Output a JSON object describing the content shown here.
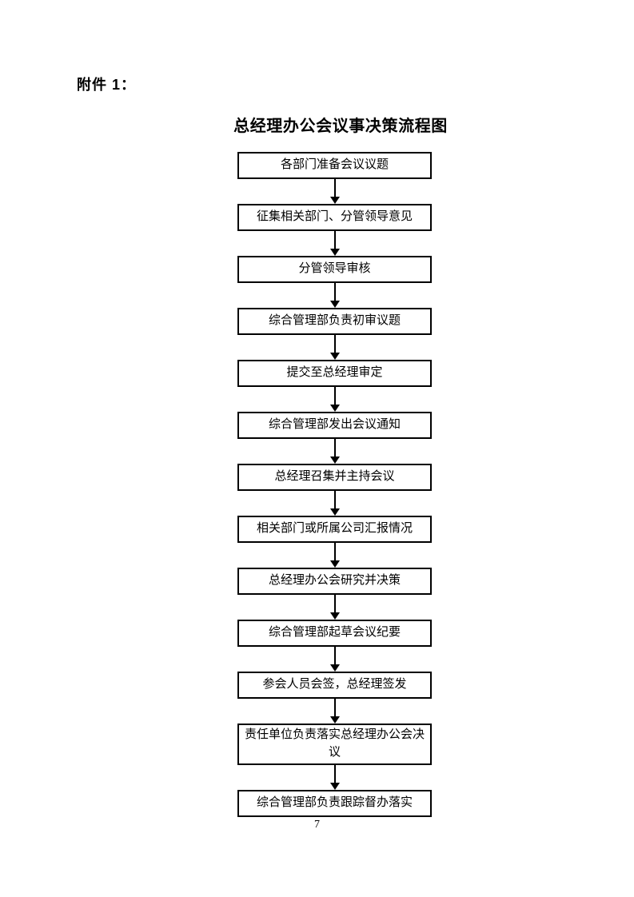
{
  "page": {
    "attachment_label": "附件 1：",
    "title": "总经理办公会议事决策流程图",
    "page_number": "7"
  },
  "flowchart": {
    "type": "flowchart",
    "direction": "top-down",
    "connector": "solid-arrow-down",
    "colors": {
      "box_border": "#000000",
      "box_fill": "#ffffff",
      "text": "#000000",
      "page_background": "#ffffff"
    },
    "steps": [
      "各部门准备会议议题",
      "征集相关部门、分管领导意见",
      "分管领导审核",
      "综合管理部负责初审议题",
      "提交至总经理审定",
      "综合管理部发出会议通知",
      "总经理召集并主持会议",
      "相关部门或所属公司汇报情况",
      "总经理办公会研究并决策",
      "综合管理部起草会议纪要",
      "参会人员会签，总经理签发",
      "责任单位负责落实总经理办公会决议",
      "综合管理部负责跟踪督办落实"
    ]
  }
}
